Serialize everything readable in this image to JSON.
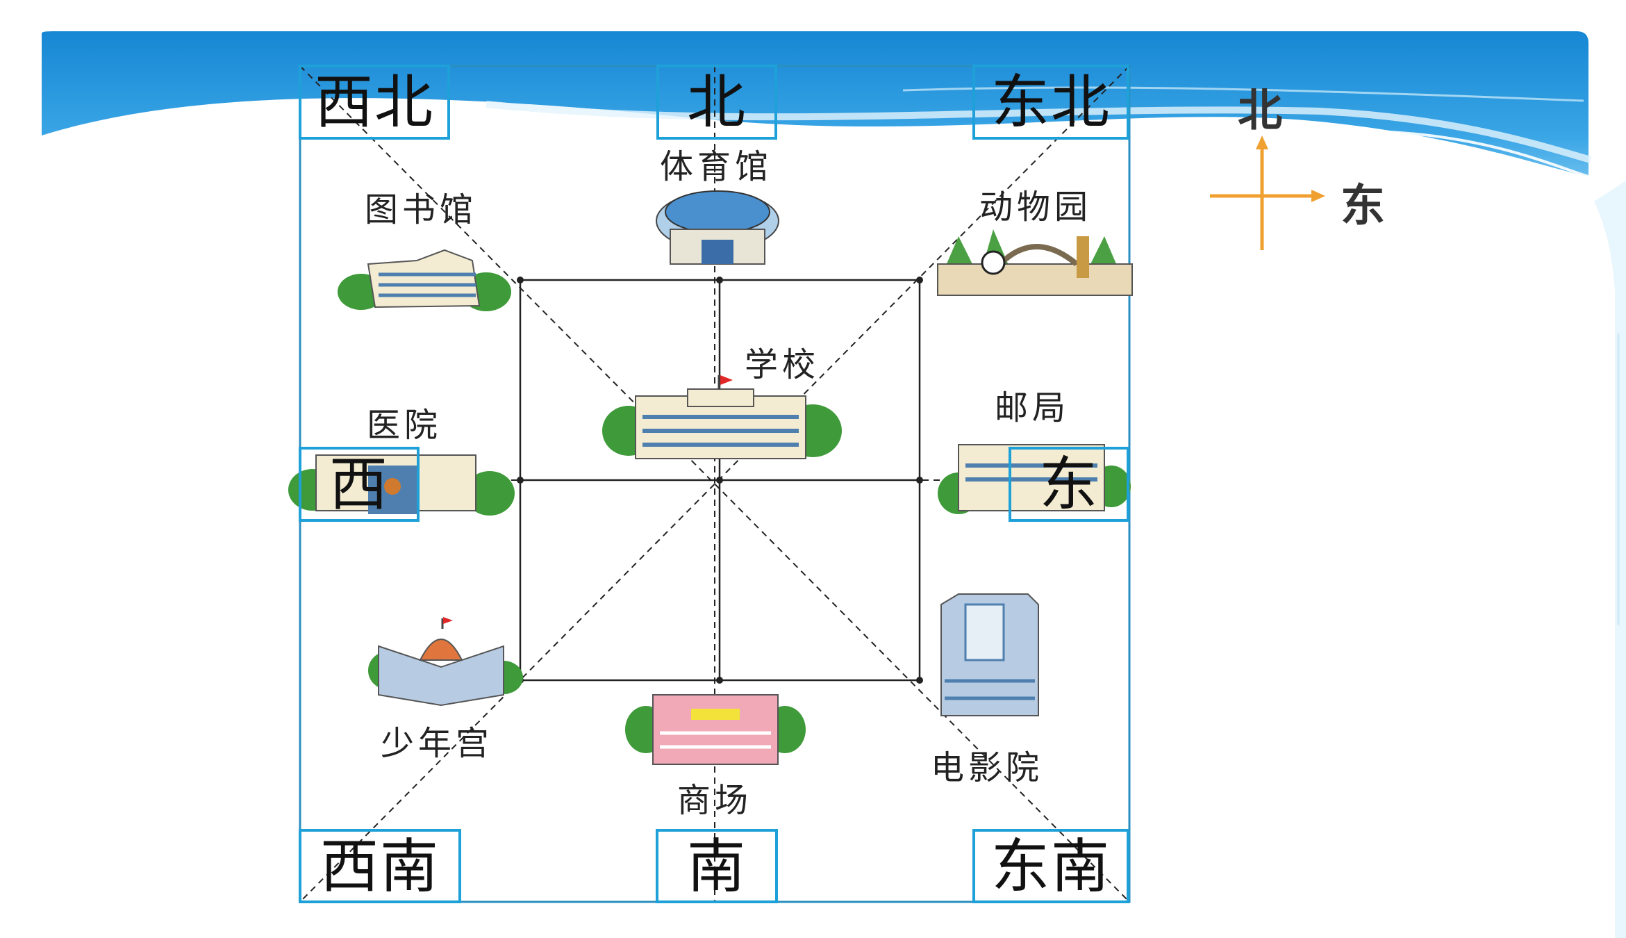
{
  "directions": {
    "northwest": "西北",
    "north": "北",
    "northeast": "东北",
    "west": "西",
    "east": "东",
    "southwest": "西南",
    "south": "南",
    "southeast": "东南"
  },
  "places": {
    "gym": "体育馆",
    "library": "图书馆",
    "zoo": "动物园",
    "school": "学校",
    "hospital": "医院",
    "post_office": "邮局",
    "youth_palace": "少年宫",
    "mall": "商场",
    "cinema": "电影院"
  },
  "compass": {
    "north": "北",
    "east": "东"
  },
  "colors": {
    "banner_blue": "#1a8fd8",
    "box_border": "#1ea0d8",
    "compass_arrow": "#f0a030"
  }
}
